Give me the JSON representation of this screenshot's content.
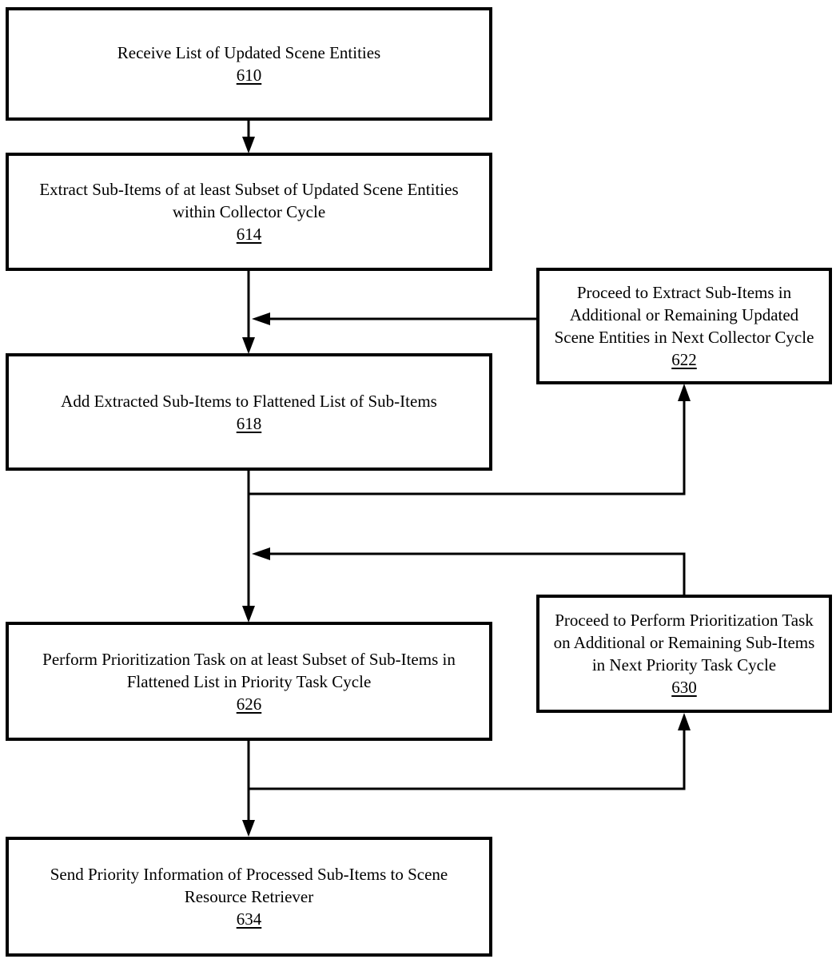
{
  "figure": {
    "type": "flowchart",
    "colors": {
      "background": "#ffffff",
      "line": "#000000",
      "text": "#000000"
    },
    "boxes": {
      "b610": {
        "lines": [
          "Receive List of Updated Scene Entities"
        ],
        "label": "610"
      },
      "b614": {
        "lines": [
          "Extract Sub-Items of at least Subset of Updated Scene Entities",
          "within Collector Cycle"
        ],
        "label": "614"
      },
      "b622": {
        "lines": [
          "Proceed to Extract Sub-Items in",
          "Additional or Remaining Updated",
          "Scene Entities in Next Collector Cycle"
        ],
        "label": "622"
      },
      "b618": {
        "lines": [
          "Add Extracted Sub-Items to Flattened List of Sub-Items"
        ],
        "label": "618"
      },
      "b626": {
        "lines": [
          "Perform Prioritization Task on at least Subset of Sub-Items in",
          "Flattened List in Priority Task Cycle"
        ],
        "label": "626"
      },
      "b630": {
        "lines": [
          "Proceed to Perform Prioritization Task",
          "on Additional or Remaining Sub-Items",
          "in Next Priority Task Cycle"
        ],
        "label": "630"
      },
      "b634": {
        "lines": [
          "Send Priority Information of Processed Sub-Items to Scene",
          "Resource Retriever"
        ],
        "label": "634"
      }
    },
    "edges": [
      "610 -> 614",
      "614 -> 618",
      "622 -> (merge into 614->618 arrow)",
      "618 -> 626",
      "618 -> 622 (branch right, up into bottom of 622)",
      "630 -> (merge into 618->626 arrow)",
      "626 -> 634",
      "626 -> 630 (branch right, up into bottom of 630)"
    ]
  }
}
